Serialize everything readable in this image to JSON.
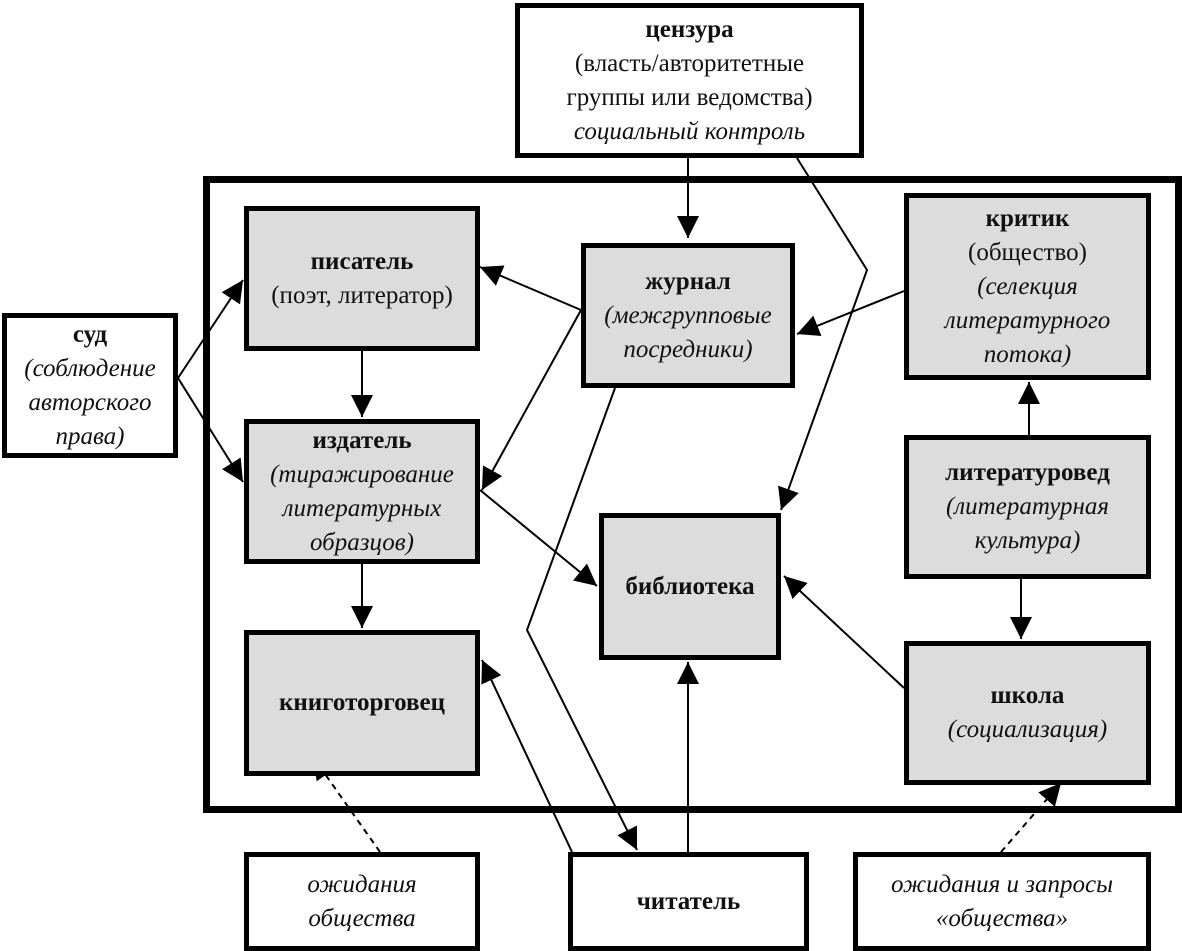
{
  "diagram": {
    "nodes": {
      "censorship": {
        "title": "цензура",
        "lines": [
          "(власть/авторитетные",
          "группы или ведомства)"
        ],
        "italic_lines": [
          "социальный контроль"
        ]
      },
      "court": {
        "title": "суд",
        "italic_lines": [
          "(соблюдение",
          "авторского",
          "права)"
        ]
      },
      "writer": {
        "title": "писатель",
        "lines": [
          "(поэт, литератор)"
        ]
      },
      "journal": {
        "title": "журнал",
        "italic_lines": [
          "(межгрупповые",
          "посредники)"
        ]
      },
      "critic": {
        "title": "критик",
        "lines": [
          "(общество)"
        ],
        "italic_lines": [
          "(селекция",
          "литературного",
          "потока)"
        ]
      },
      "publisher": {
        "title": "издатель",
        "italic_lines": [
          "(тиражирование",
          "литературных",
          "образцов)"
        ]
      },
      "library": {
        "title": "библиотека"
      },
      "literary_scholar": {
        "title": "литературовед",
        "italic_lines": [
          "(литературная",
          "культура)"
        ]
      },
      "bookseller": {
        "title": "книготорговец"
      },
      "school": {
        "title": "школа",
        "italic_lines": [
          "(социализация)"
        ]
      },
      "society_expectations": {
        "italic_lines": [
          "ожидания",
          "общества"
        ]
      },
      "reader": {
        "title": "читатель"
      },
      "society_requests": {
        "italic_lines": [
          "ожидания и запросы",
          "«общества»"
        ]
      }
    },
    "edges": [
      {
        "from": "censorship",
        "to": "journal",
        "style": "solid"
      },
      {
        "from": "censorship",
        "to": "library",
        "style": "solid"
      },
      {
        "from": "court",
        "to": "writer",
        "style": "solid"
      },
      {
        "from": "court",
        "to": "publisher",
        "style": "solid"
      },
      {
        "from": "journal",
        "to": "writer",
        "style": "solid"
      },
      {
        "from": "journal",
        "to": "publisher",
        "style": "solid"
      },
      {
        "from": "journal",
        "to": "reader",
        "style": "solid"
      },
      {
        "from": "critic",
        "to": "journal",
        "style": "solid"
      },
      {
        "from": "writer",
        "to": "publisher",
        "style": "solid"
      },
      {
        "from": "publisher",
        "to": "bookseller",
        "style": "solid"
      },
      {
        "from": "publisher",
        "to": "library",
        "style": "solid"
      },
      {
        "from": "literary_scholar",
        "to": "critic",
        "style": "solid"
      },
      {
        "from": "literary_scholar",
        "to": "school",
        "style": "solid"
      },
      {
        "from": "school",
        "to": "library",
        "style": "solid"
      },
      {
        "from": "reader",
        "to": "bookseller",
        "style": "solid"
      },
      {
        "from": "reader",
        "to": "library",
        "style": "solid"
      },
      {
        "from": "society_expectations",
        "to": "bookseller",
        "style": "dashed"
      },
      {
        "from": "society_requests",
        "to": "school",
        "style": "dashed"
      }
    ],
    "colors": {
      "inner_box_fill": "#dcdcdc",
      "outer_box_fill": "#ffffff",
      "stroke": "#000000"
    }
  }
}
